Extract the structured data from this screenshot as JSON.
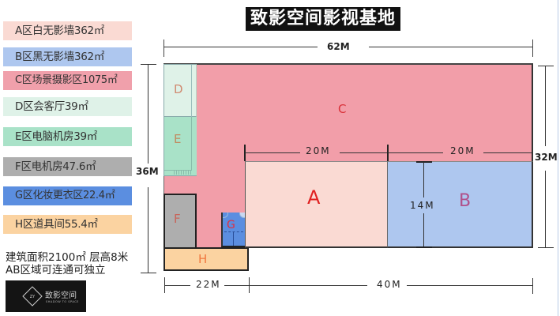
{
  "title": "致影空间影视基地",
  "legend": [
    {
      "label": "A区白无影墙362㎡",
      "color": "#fadad3"
    },
    {
      "label": "B区黑无影墙362㎡",
      "color": "#aec7ef"
    },
    {
      "label": "C区场景摄影区1075㎡",
      "color": "#f0a0ab"
    },
    {
      "label": "D区会客厅39㎡",
      "color": "#dff2e8"
    },
    {
      "label": "E区电脑机房39㎡",
      "color": "#a9e2c8"
    },
    {
      "label": "F区电机房47.6㎡",
      "color": "#aeaeae"
    },
    {
      "label": "G区化妆更衣区22.4㎡",
      "color": "#5b8ee0"
    },
    {
      "label": "H区道具间55.4㎡",
      "color": "#fbd3a1"
    }
  ],
  "notes": {
    "line1": "建筑面积2100㎡ 层高8米",
    "line2": "AB区域可连通可独立"
  },
  "logo": {
    "name": "致影空间",
    "subtitle": "SHADOW TO SPACE",
    "mark": "ZY"
  },
  "zones": {
    "A": {
      "label": "A",
      "color": "#fadad3",
      "text_color": "#e02020"
    },
    "B": {
      "label": "B",
      "color": "#aec7ef",
      "text_color": "#b0508a"
    },
    "C": {
      "label": "C",
      "color": "#f29ea9",
      "text_color": "#d9323a"
    },
    "D": {
      "label": "D",
      "color": "#dff2e8",
      "text_color": "#d08a70"
    },
    "E": {
      "label": "E",
      "color": "#a9e2c8",
      "text_color": "#c08a60"
    },
    "F": {
      "label": "F",
      "color": "#aeaeae",
      "text_color": "#c8645a"
    },
    "G": {
      "label": "G",
      "color": "#5b8ee0",
      "text_color": "#e03040"
    },
    "H": {
      "label": "H",
      "color": "#fbd3a1",
      "text_color": "#f07840"
    }
  },
  "dimensions": {
    "total_width": "62M",
    "total_height_left": "36M",
    "total_height_right": "32M",
    "a_width": "20M",
    "b_width": "20M",
    "b_height": "14M",
    "bottom_left": "22M",
    "bottom_right": "40M"
  }
}
